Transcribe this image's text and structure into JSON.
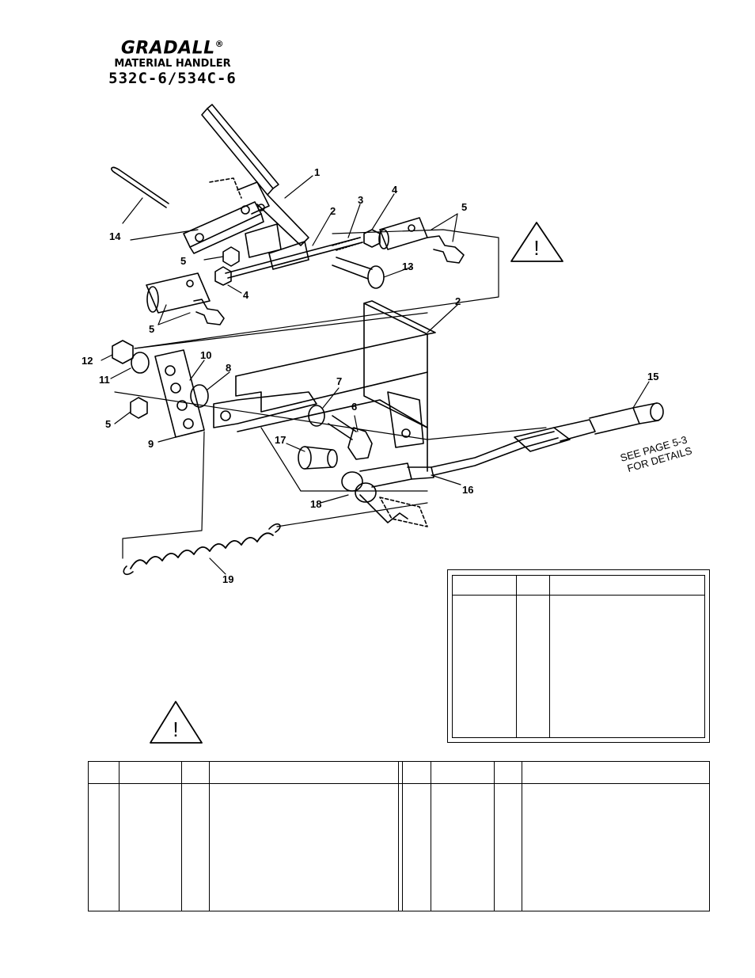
{
  "header": {
    "brand": "GRADALL",
    "registered": "®",
    "subtitle": "MATERIAL HANDLER",
    "models": "532C-6/534C-6"
  },
  "callouts": {
    "c1": "1",
    "c2a": "2",
    "c2b": "2",
    "c3": "3",
    "c4a": "4",
    "c4b": "4",
    "c5a": "5",
    "c5b": "5",
    "c5c": "5",
    "c5d": "5",
    "c6": "6",
    "c7": "7",
    "c8": "8",
    "c9": "9",
    "c10": "10",
    "c11": "11",
    "c12": "12",
    "c13": "13",
    "c14": "14",
    "c15": "15",
    "c16": "16",
    "c17": "17",
    "c18": "18",
    "c19": "19"
  },
  "see_page_note": {
    "line1": "SEE PAGE 5-3",
    "line2": "FOR DETAILS"
  },
  "warning_symbol": "!",
  "icons": [
    "warning-triangle-icon"
  ]
}
